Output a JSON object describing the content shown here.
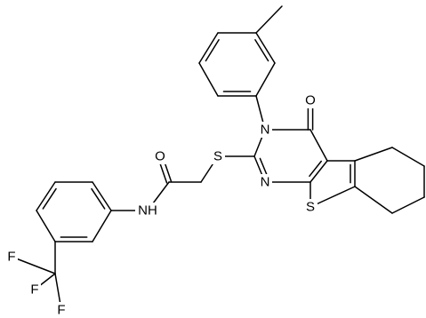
{
  "molecule": {
    "atoms": {
      "O_carbonyl": "O",
      "N3": "N",
      "N1": "N",
      "S_ring": "S",
      "S_link": "S",
      "O_amide": "O",
      "NH": "NH",
      "F1": "F",
      "F2": "F",
      "F3": "F"
    }
  }
}
